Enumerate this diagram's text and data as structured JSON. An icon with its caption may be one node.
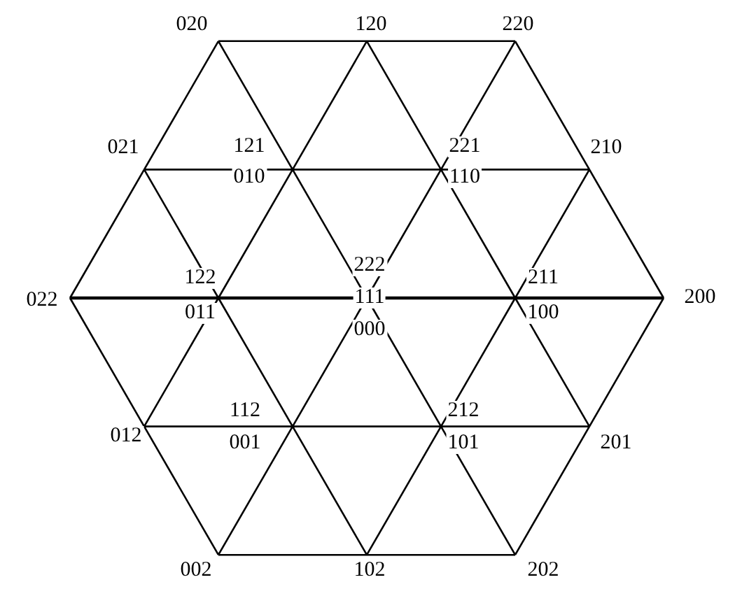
{
  "diagram": {
    "labels": [
      "020",
      "120",
      "220",
      "021",
      "121",
      "221",
      "210",
      "010",
      "110",
      "222",
      "022",
      "122",
      "111",
      "211",
      "200",
      "011",
      "000",
      "100",
      "112",
      "212",
      "012",
      "001",
      "101",
      "201",
      "002",
      "102",
      "202"
    ]
  }
}
